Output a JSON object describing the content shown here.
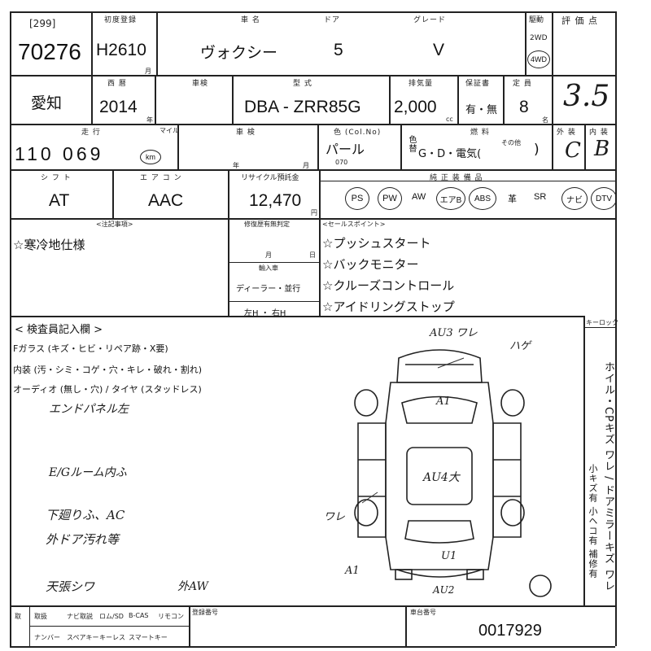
{
  "header": {
    "lot_box": "[299]",
    "lot_number": "70276",
    "reg_label": "初度登録",
    "reg_value": "H2610",
    "model_label": "車 名",
    "model_value": "ヴォクシー",
    "door_label": "ドア",
    "door_value": "5",
    "grade_label": "グレード",
    "grade_value": "V",
    "drive_label": "駆動",
    "drive_2wd": "2WD",
    "drive_4wd": "4WD",
    "score_label": "評 価 点",
    "score_value": "3.5",
    "unit_month": "月",
    "unit_year_shaken": "車検"
  },
  "row2": {
    "region": "愛知",
    "year_label": "西 暦",
    "year_value": "2014",
    "year_unit": "年",
    "type_label": "型 式",
    "type_value": "DBA - ZRR85G",
    "disp_label": "排気量",
    "disp_value": "2,000",
    "disp_unit": "cc",
    "insp_label": "保証書",
    "insp_value": "有・無",
    "seat_label": "定 員",
    "seat_value": "8",
    "seat_unit": "名"
  },
  "row3": {
    "mileage_label": "走 行",
    "mileage_value": "110 069",
    "mileage_unit_km": "km",
    "mileage_unit_mile": "マイル",
    "shaken_label": "車 検",
    "shaken_year": "年",
    "shaken_month": "月",
    "color_label": "色 (Col.No)",
    "color_value": "パール",
    "color_code": "070",
    "color_change": "色替",
    "fuel_label": "燃 料",
    "fuel_value": "G・D・電気(",
    "fuel_other": "その他",
    "fuel_close": ")",
    "ext_label": "外 装",
    "ext_value": "C",
    "int_label": "内 装",
    "int_value": "B"
  },
  "row4": {
    "shift_label": "シ フ ト",
    "shift_value": "AT",
    "ac_label": "エ ア コ ン",
    "ac_value": "AAC",
    "recycle_label": "リサイクル預託金",
    "recycle_value": "12,470",
    "recycle_unit": "円",
    "equip_label": "純 正 装 備 品",
    "equip_items": [
      "PS",
      "PW",
      "AW",
      "エアB",
      "ABS",
      "革",
      "SR",
      "ナビ",
      "DTV"
    ]
  },
  "notes": {
    "caution_label": "<注記事項>",
    "caution_text": "☆寒冷地仕様",
    "history_label": "修復歴有無判定",
    "month_label": "月",
    "day_label": "日",
    "import_label": "輸入車",
    "import_value": "ディーラー・並行",
    "handle_value": "左H ・ 右H",
    "sales_label": "<セールスポイント>",
    "sales_points": [
      "☆プッシュスタート",
      "☆バックモニター",
      "☆クルーズコントロール",
      "☆アイドリングストップ"
    ]
  },
  "inspection": {
    "title": "< 検査員記入欄 >",
    "line1": "Fガラス (キズ・ヒビ・リペア跡・X要)",
    "line2": "内装 (汚・シミ・コゲ・穴・キレ・破れ・割れ)",
    "line3": "オーディオ (無し・穴) / タイヤ (スタッドレス)",
    "hand_notes": [
      "エンドパネル左",
      "E/Gルーム内ふ",
      "下廻りふ、AC",
      "外ドア汚れ等",
      "天張シワ",
      "外AW"
    ],
    "diagram_marks": [
      "AU3 ワレ",
      "ハゲ",
      "A1",
      "AU4大",
      "ワレ",
      "A1",
      "U1",
      "AU2"
    ],
    "keylock_label": "キーロック",
    "side_vertical_1": "ホイル・CPキズ ワレ / ドアミラーキズ ワレ",
    "side_vertical_2": "小キズ有 小ヘコ有 補修有"
  },
  "footer": {
    "cols": [
      "取扱",
      "ナビ取説",
      "ロム/SD",
      "B-CAS",
      "リモコン"
    ],
    "cols2": [
      "ナンバー",
      "スペアキー",
      "キーレス",
      "スマートキー"
    ],
    "reg_label": "登録番号",
    "vin_label": "車台番号",
    "vin_value": "0017929"
  }
}
